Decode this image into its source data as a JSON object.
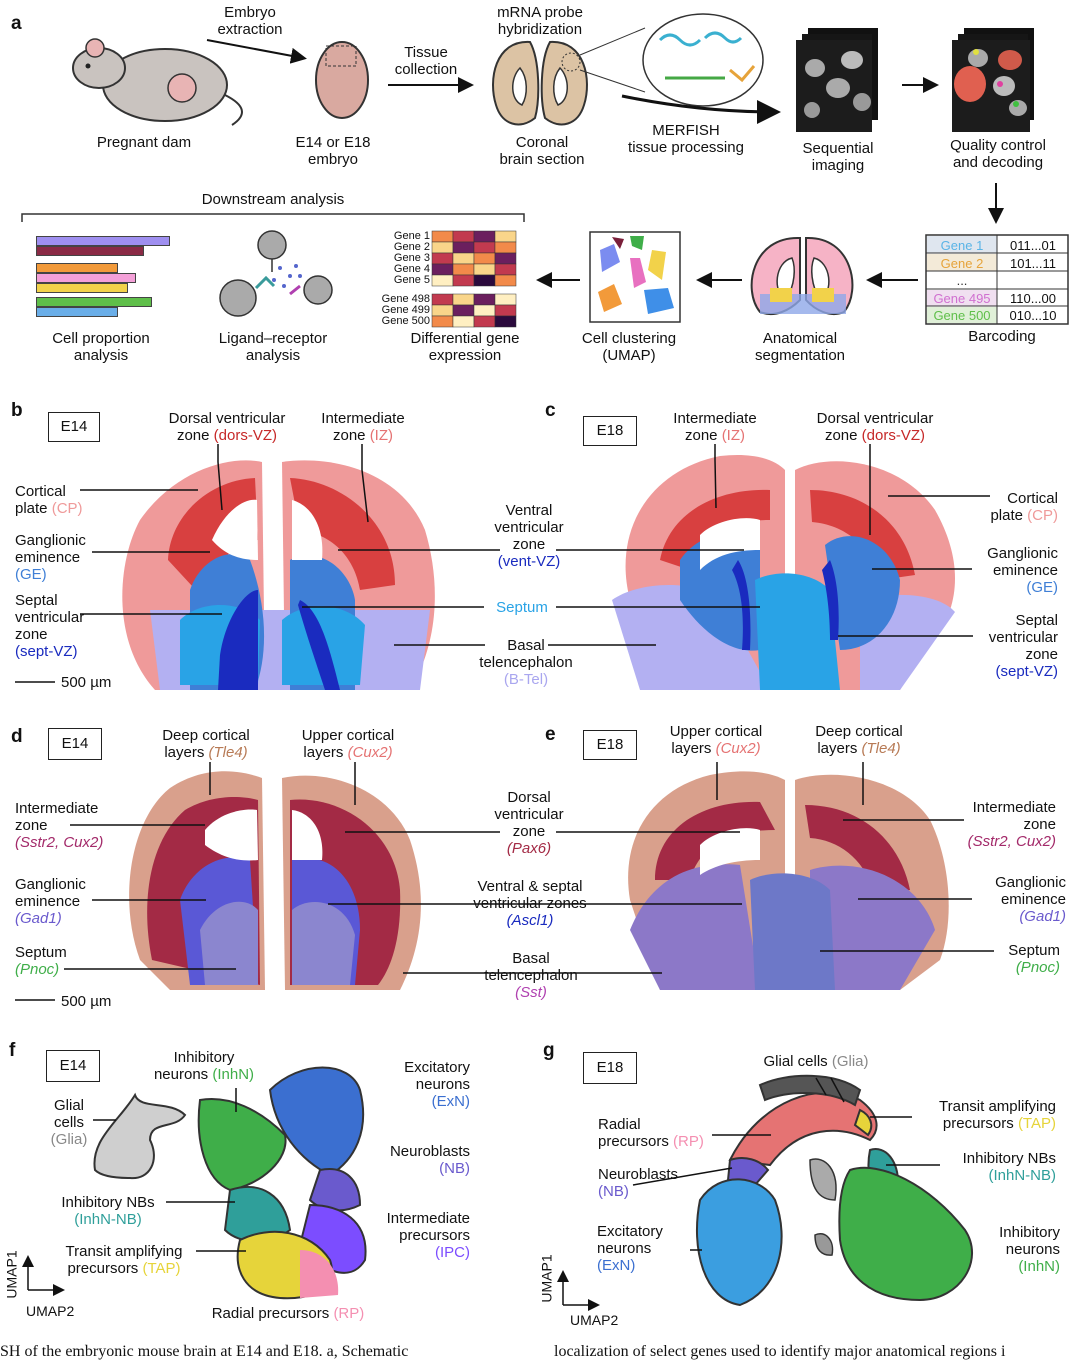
{
  "colors": {
    "cp": "#ef9a9a",
    "dorsvz": "#c62828",
    "iz": "#e57373",
    "ge": "#3f7fd6",
    "septum": "#29a3e6",
    "septvz": "#1a2bbf",
    "btel": "#a9a6ef",
    "exn": "#3b6fd0",
    "nb": "#6a5acd",
    "ipc": "#7c4dff",
    "rp": "#f48fb1",
    "tap": "#e6d43a",
    "inhn": "#3fae49",
    "inhnnb": "#2f9f9a",
    "glia": "#888888"
  },
  "panel_a": {
    "letter": "a",
    "embryo_extraction": [
      "Embryo",
      "extraction"
    ],
    "pregnant_dam": "Pregnant dam",
    "embryo_label": [
      "E14 or E18",
      "embryo"
    ],
    "tissue_collection": [
      "Tissue",
      "collection"
    ],
    "mrna_probe": [
      "mRNA probe",
      "hybridization"
    ],
    "coronal": [
      "Coronal",
      "brain section"
    ],
    "merfish": [
      "MERFISH",
      "tissue processing"
    ],
    "sequential": [
      "Sequential",
      "imaging"
    ],
    "qc": [
      "Quality control",
      "and decoding"
    ],
    "downstream": "Downstream analysis",
    "barcode_rows": [
      {
        "gene": "Gene 1",
        "code": "011...01",
        "color": "#5ab4e6"
      },
      {
        "gene": "Gene 2",
        "code": "101...11",
        "color": "#e6a33a"
      },
      {
        "gene": "...",
        "code": "",
        "color": "#333333"
      },
      {
        "gene": "Gene 495",
        "code": "110...00",
        "color": "#d070d0"
      },
      {
        "gene": "Gene 500",
        "code": "010...10",
        "color": "#5fbf4a"
      }
    ],
    "barcoding": "Barcoding",
    "anatomical": [
      "Anatomical",
      "segmentation"
    ],
    "clustering": [
      "Cell clustering",
      "(UMAP)"
    ],
    "diffexp": [
      "Differential gene",
      "expression"
    ],
    "heatmap_genes": [
      "Gene 1",
      "Gene 2",
      "Gene 3",
      "Gene 4",
      "Gene 5",
      "Gene 498",
      "Gene 499",
      "Gene 500"
    ],
    "ligand": [
      "Ligand–receptor",
      "analysis"
    ],
    "cellprop": [
      "Cell proportion",
      "analysis"
    ]
  },
  "panel_b": {
    "letter": "b",
    "stage": "E14",
    "dorsvz": [
      "Dorsal ventricular",
      "zone ",
      "(dors-VZ)"
    ],
    "iz": [
      "Intermediate",
      "zone ",
      "(IZ)"
    ],
    "cp": [
      "Cortical",
      "plate ",
      "(CP)"
    ],
    "ge": [
      "Ganglionic",
      "eminence",
      "(GE)"
    ],
    "septvz": [
      "Septal",
      "ventricular",
      "zone",
      "(sept-VZ)"
    ],
    "scale": "500 µm"
  },
  "panel_mid": {
    "ventvz": [
      "Ventral",
      "ventricular",
      "zone",
      "(vent-VZ)"
    ],
    "septum": "Septum",
    "btel": [
      "Basal",
      "telencephalon",
      "(B-Tel)"
    ]
  },
  "panel_c": {
    "letter": "c",
    "stage": "E18",
    "iz": [
      "Intermediate",
      "zone ",
      "(IZ)"
    ],
    "dorsvz": [
      "Dorsal ventricular",
      "zone ",
      "(dors-VZ)"
    ],
    "cp": [
      "Cortical",
      "plate ",
      "(CP)"
    ],
    "ge": [
      "Ganglionic",
      "eminence",
      "(GE)"
    ],
    "septvz": [
      "Septal",
      "ventricular",
      "zone",
      "(sept-VZ)"
    ]
  },
  "panel_d": {
    "letter": "d",
    "stage": "E14",
    "deep": [
      "Deep cortical",
      "layers ",
      "(Tle4)"
    ],
    "upper": [
      "Upper cortical",
      "layers ",
      "(Cux2)"
    ],
    "iz": [
      "Intermediate",
      "zone",
      "(Sstr2, Cux2)"
    ],
    "ge": [
      "Ganglionic",
      "eminence",
      "(Gad1)"
    ],
    "septum": [
      "Septum",
      "(Pnoc)"
    ],
    "scale": "500 µm"
  },
  "panel_mid2": {
    "dvz": [
      "Dorsal",
      "ventricular",
      "zone",
      "(Pax6)"
    ],
    "vsvz": [
      "Ventral & septal",
      "ventricular zones",
      "(Ascl1)"
    ],
    "btel": [
      "Basal",
      "telencephalon",
      "(Sst)"
    ]
  },
  "panel_e": {
    "letter": "e",
    "stage": "E18",
    "upper": [
      "Upper cortical",
      "layers ",
      "(Cux2)"
    ],
    "deep": [
      "Deep cortical",
      "layers ",
      "(Tle4)"
    ],
    "iz": [
      "Intermediate",
      "zone",
      "(Sstr2, Cux2)"
    ],
    "ge": [
      "Ganglionic",
      "eminence",
      "(Gad1)"
    ],
    "septum": [
      "Septum",
      "(Pnoc)"
    ]
  },
  "panel_f": {
    "letter": "f",
    "stage": "E14",
    "inhn": [
      "Inhibitory",
      "neurons ",
      "(InhN)"
    ],
    "exn": [
      "Excitatory",
      "neurons",
      "(ExN)"
    ],
    "glia": [
      "Glial",
      "cells",
      "(Glia)"
    ],
    "nb": [
      "Neuroblasts",
      "(NB)"
    ],
    "inhnnb": [
      "Inhibitory NBs",
      "(InhN-NB)"
    ],
    "ipc": [
      "Intermediate",
      "precursors",
      "(IPC)"
    ],
    "tap": [
      "Transit amplifying",
      "precursors ",
      "(TAP)"
    ],
    "rp": [
      "Radial precursors ",
      "(RP)"
    ],
    "umap1": "UMAP1",
    "umap2": "UMAP2"
  },
  "panel_g": {
    "letter": "g",
    "stage": "E18",
    "glia": [
      "Glial cells ",
      "(Glia)"
    ],
    "rp": [
      "Radial",
      "precursors ",
      "(RP)"
    ],
    "tap": [
      "Transit amplifying",
      "precursors ",
      "(TAP)"
    ],
    "nb": [
      "Neuroblasts",
      "(NB)"
    ],
    "inhnnb": [
      "Inhibitory NBs",
      "(InhN-NB)"
    ],
    "exn": [
      "Excitatory",
      "neurons",
      "(ExN)"
    ],
    "inhn": [
      "Inhibitory",
      "neurons",
      "(InhN)"
    ],
    "umap1": "UMAP1",
    "umap2": "UMAP2"
  },
  "caption": {
    "left": "SH of the embryonic mouse brain at E14 and E18. a, Schematic",
    "right": "localization of select genes used to identify major anatomical regions i"
  }
}
